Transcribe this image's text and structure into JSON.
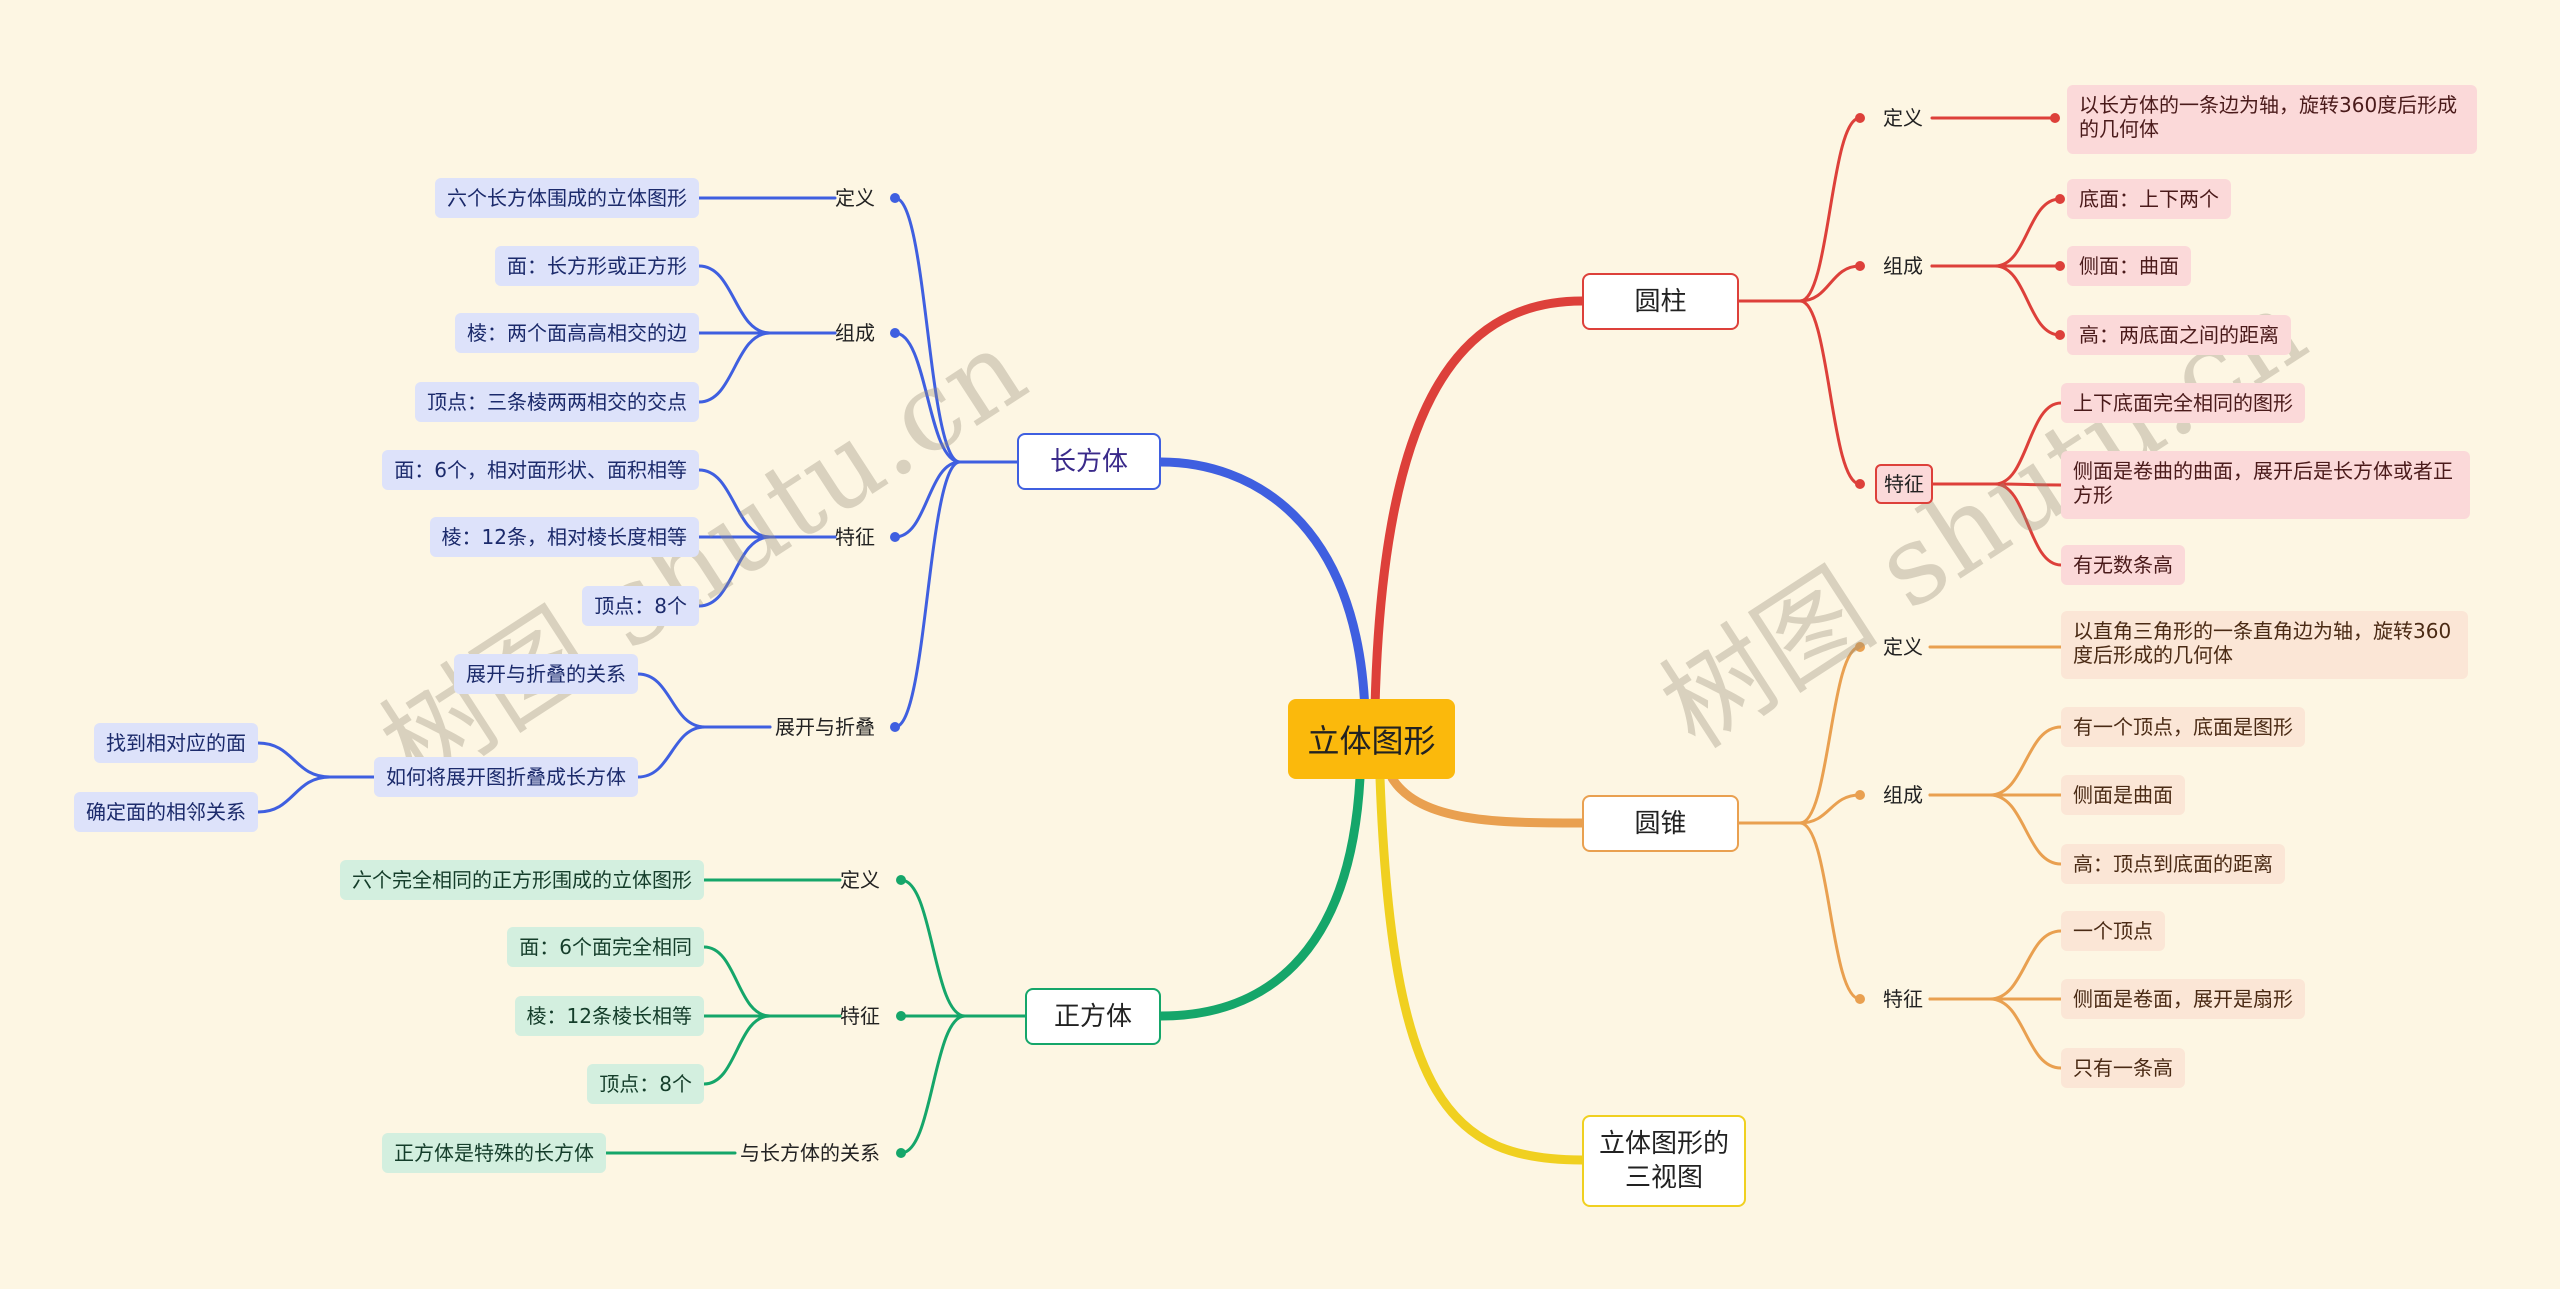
{
  "root": "立体图形",
  "watermark": "树图 shutu.cn",
  "cuboid": {
    "title": "长方体",
    "def_label": "定义",
    "def": "六个长方体围成的立体图形",
    "comp_label": "组成",
    "comp": [
      "面：长方形或正方形",
      "棱：两个面高高相交的边",
      "顶点：三条棱两两相交的交点"
    ],
    "feat_label": "特征",
    "feat": [
      "面：6个，相对面形状、面积相等",
      "棱：12条，相对棱长度相等",
      "顶点：8个"
    ],
    "fold_label": "展开与折叠",
    "fold": [
      "展开与折叠的关系",
      "如何将展开图折叠成长方体"
    ],
    "fold_sub": [
      "找到相对应的面",
      "确定面的相邻关系"
    ]
  },
  "cube": {
    "title": "正方体",
    "def_label": "定义",
    "def": "六个完全相同的正方形围成的立体图形",
    "feat_label": "特征",
    "feat": [
      "面：6个面完全相同",
      "棱：12条棱长相等",
      "顶点：8个"
    ],
    "rel_label": "与长方体的关系",
    "rel": "正方体是特殊的长方体"
  },
  "cylinder": {
    "title": "圆柱",
    "def_label": "定义",
    "def": "以长方体的一条边为轴，旋转360度后形成的几何体",
    "comp_label": "组成",
    "comp": [
      "底面：上下两个",
      "侧面：曲面",
      "高：两底面之间的距离"
    ],
    "feat_label": "特征",
    "feat": [
      "上下底面完全相同的图形",
      "侧面是卷曲的曲面，展开后是长方体或者正方形",
      "有无数条高"
    ]
  },
  "cone": {
    "title": "圆锥",
    "def_label": "定义",
    "def": "以直角三角形的一条直角边为轴，旋转360度后形成的几何体",
    "comp_label": "组成",
    "comp": [
      "有一个顶点，底面是图形",
      "侧面是曲面",
      "高：顶点到底面的距离"
    ],
    "feat_label": "特征",
    "feat": [
      "一个顶点",
      "侧面是卷面，展开是扇形",
      "只有一条高"
    ]
  },
  "views": {
    "title": "立体图形的三视图"
  },
  "colors": {
    "blue": "#3f5fe0",
    "green": "#15a66a",
    "red": "#dd403a",
    "orange": "#e9a050",
    "yellow": "#f0d020",
    "center": "#fbb90c"
  }
}
